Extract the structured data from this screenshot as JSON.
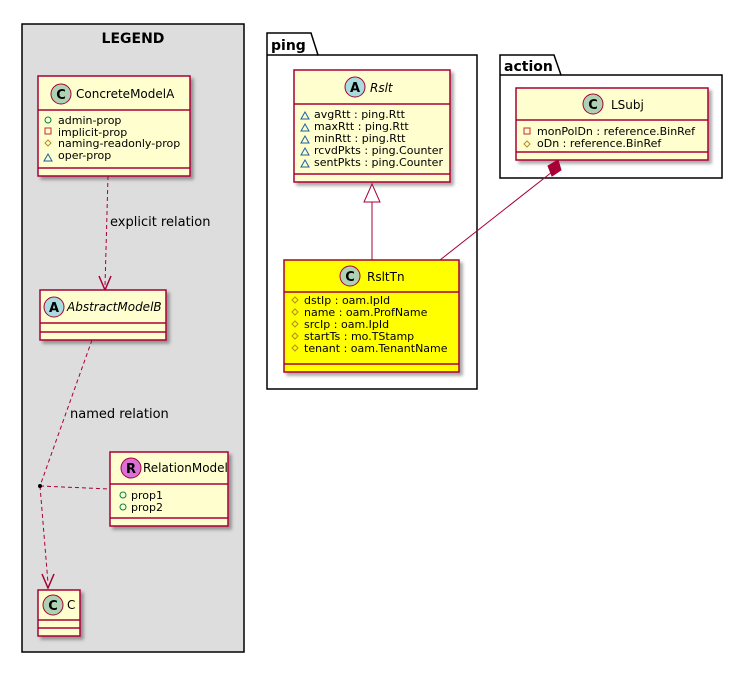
{
  "legend": {
    "title": "LEGEND",
    "concrete_model": {
      "stereotype": "C",
      "name": "ConcreteModelA",
      "attributes": [
        "admin-prop",
        "implicit-prop",
        "naming-readonly-prop",
        "oper-prop"
      ]
    },
    "explicit_relation_label": "explicit relation",
    "abstract_model": {
      "stereotype": "A",
      "name": "AbstractModelB"
    },
    "named_relation_label": "named relation",
    "relation_model": {
      "stereotype": "R",
      "name": "RelationModel",
      "attributes": [
        "prop1",
        "prop2"
      ]
    },
    "class_c": {
      "stereotype": "C",
      "name": "C"
    }
  },
  "ping": {
    "package_name": "ping",
    "rslt": {
      "stereotype": "A",
      "name": "Rslt",
      "attributes": [
        "avgRtt : ping.Rtt",
        "maxRtt : ping.Rtt",
        "minRtt : ping.Rtt",
        "rcvdPkts : ping.Counter",
        "sentPkts : ping.Counter"
      ]
    },
    "rslttn": {
      "stereotype": "C",
      "name": "RsltTn",
      "attributes": [
        "dstIp : oam.IpId",
        "name : oam.ProfName",
        "srcIp : oam.IpId",
        "startTs : mo.TStamp",
        "tenant : oam.TenantName"
      ]
    }
  },
  "action": {
    "package_name": "action",
    "lsubj": {
      "stereotype": "C",
      "name": "LSubj",
      "attributes": [
        "monPolDn : reference.BinRef",
        "oDn : reference.BinRef"
      ]
    }
  },
  "colors": {
    "legend_bg": "#dddddd",
    "class_fill": "#fefece",
    "class_border": "#a80036",
    "highlight_fill": "#ffff00",
    "circle_c": "#add1b2",
    "circle_a": "#a9dcdf",
    "circle_r": "#da70d6",
    "vis_public": "#038048",
    "vis_private": "#c82930",
    "vis_protected": "#b38d22",
    "vis_package": "#1963a0"
  }
}
